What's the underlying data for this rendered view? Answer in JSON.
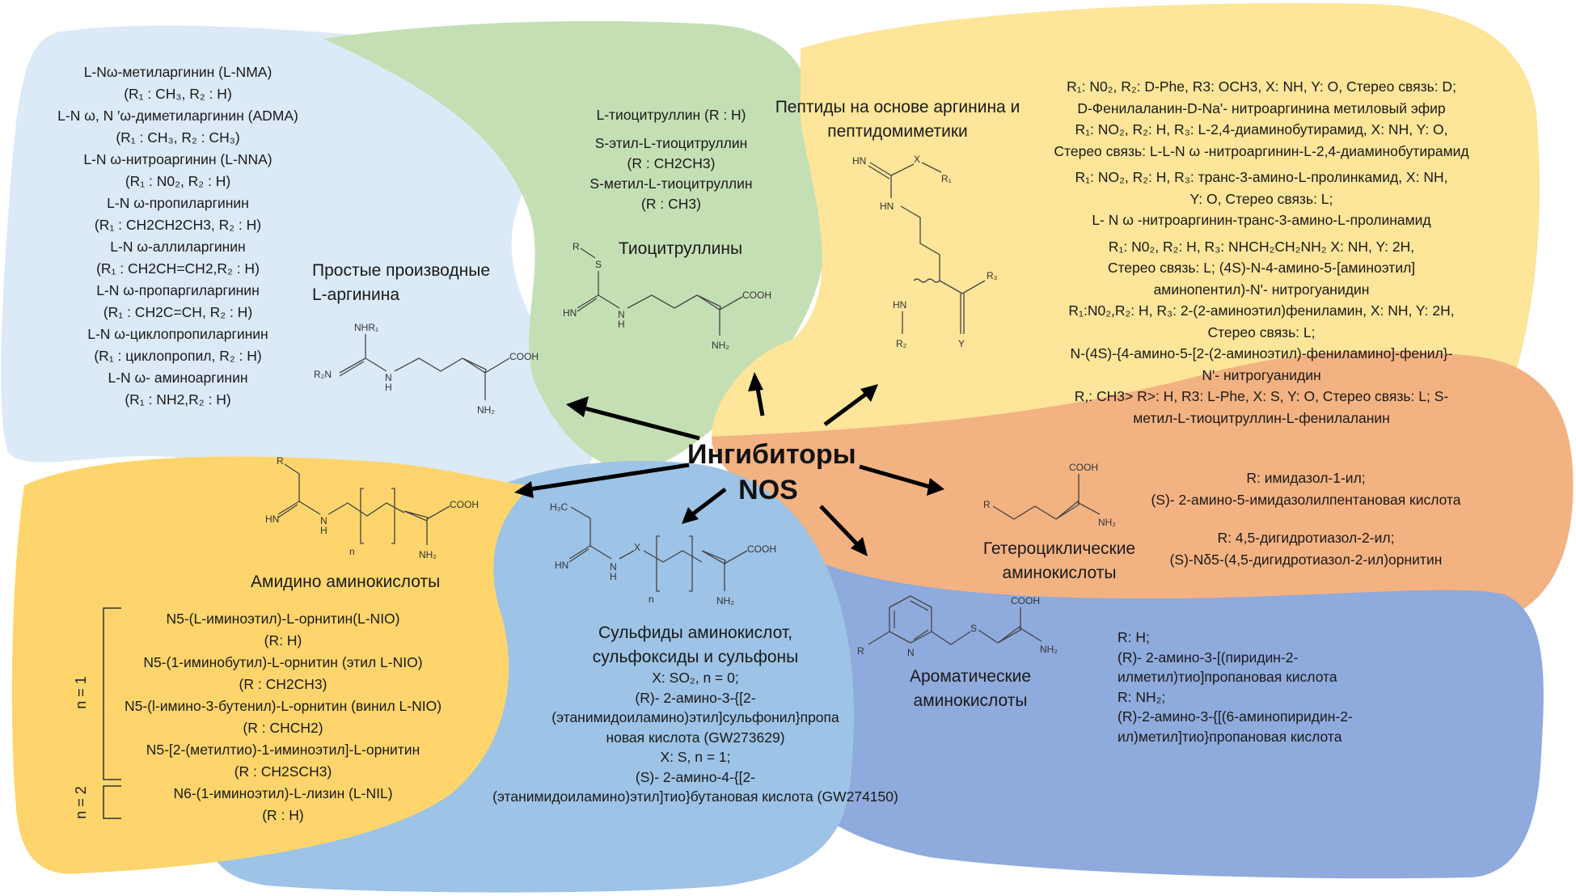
{
  "center": {
    "line1": "Ингибиторы",
    "line2": "NOS"
  },
  "colors": {
    "simple_arginine": "#dce9f7",
    "thiocitrullines": "#c5dfb5",
    "peptides": "#fde599",
    "heterocyclic": "#f3b282",
    "aromatic": "#8faadc",
    "sulfides": "#9dc3e6",
    "amidino": "#fdd56c",
    "arrow": "#000000"
  },
  "groups": {
    "simple_arginine": {
      "title_lines": [
        "Простые производные",
        "L-аргинина"
      ],
      "compounds": [
        "L-Nω-метиларгинин (L-NMA)",
        "(R₁ : CH₃, R₂ : H)",
        "L-N ω, N ′ω-диметиларгинин (ADMA)",
        "(R₁ : CH₃, R₂ : CH₃)",
        "L-N ω-нитроаргинин (L-NNA)",
        "(R₁ : N0₂, R₂ : H)",
        "L-N ω-пропиларгинин",
        "(R₁ : CH2CH2CH3, R₂ : H)",
        "L-N ω-аллиларгинин",
        "(R₁ : CH2CH=CH2,R₂ : H)",
        "L-N ω-пропаргиларгинин",
        "(R₁ : CH2C=CH, R₂ : H)",
        "L-N ω-циклопропиларгинин",
        "(R₁ : циклопропил, R₂ : H)",
        "L-N ω- аминоаргинин",
        "(R₁ : NH2,R₂ : H)"
      ],
      "structure_labels": {
        "nhr1": "NHR₁",
        "r2n": "R₂N",
        "n": "N",
        "h": "H",
        "cooh": "COOH",
        "nh2": "NH₂"
      }
    },
    "thiocitrullines": {
      "title": "Тиоцитруллины",
      "compounds": [
        "L-тиоцитруллин (R : H)",
        "S-этил-L-тиоцитруллин",
        "(R : CH2CH3)",
        "S-метил-L-тиоцитруллин",
        "(R : CH3)"
      ],
      "structure_labels": {
        "r": "R",
        "s": "S",
        "hn": "HN",
        "n": "N",
        "h": "H",
        "cooh": "COOH",
        "nh2": "NH₂"
      }
    },
    "peptides": {
      "title_lines": [
        "Пептиды на основе аргинина и",
        "пептидомиметики"
      ],
      "compounds": [
        "R₁: N0₂, R₂: D-Phe, R3: OCH3, X: NH, Y: O, Стерео связь: D;",
        "D-Фенилаланин-D-Na'- нитроаргинина метиловый эфир",
        "R₁: NO₂, R₂: H, R₃: L-2,4-диаминобутирамид, X: NH, Y: O,",
        "Стерео связь: L-L-N ω -нитроаргинин-L-2,4-диаминобутирамид",
        "R₁: NO₂, R₂: H, R₃: транс-3-амино-L-пролинкамид, X: NH,",
        "Y: O, Стерео связь: L;",
        "L- N ω -нитроаргинин-транс-3-амино-L-пролинамид",
        "R₁: N0₂, R₂: H, R₃: NHCH₂CH₂NH₂ X: NH, Y: 2H,",
        "Стерео связь: L; (4S)-N-4-амино-5-[аминоэтил]",
        "аминопентил)-N'- нитрогуанидин",
        "R₁:N0₂,R₂: H, R₃: 2-(2-аминоэтил)фениламин, X: NH, Y: 2H,",
        "Стерео связь: L;",
        "N-(4S)-{4-амино-5-[2-(2-аминоэтил)-фениламино]-фенил}-",
        "N'- нитрогуанидин",
        "R,: CH3> R>: H, R3: L-Phe, X: S, Y: O, Стерео связь: L; S-",
        "метил-L-тиоцитруллин-L-фенилаланин"
      ],
      "structure_labels": {
        "hn1": "HN",
        "x": "X",
        "r1": "R₁",
        "hn2": "HN",
        "hn3": "HN",
        "r2": "R₂",
        "r3": "R₃",
        "y": "Y"
      }
    },
    "heterocyclic": {
      "title_lines": [
        "Гетероциклические",
        "аминокислоты"
      ],
      "compounds": [
        "R: имидазол-1-ил;",
        "(S)- 2-амино-5-имидазолилпентановая кислота",
        "R: 4,5-дигидротиазол-2-ил;",
        "(S)-Nδ5-(4,5-дигидротиазол-2-ил)орнитин"
      ],
      "structure_labels": {
        "r": "R",
        "cooh": "COOH",
        "nh2": "NH₂"
      }
    },
    "aromatic": {
      "title_lines": [
        "Ароматические",
        "аминокислоты"
      ],
      "compounds": [
        "R: H;",
        "(R)- 2-амино-3-[(пиридин-2-",
        "илметил)тио]пропановая кислота",
        "R: NH₂;",
        "(R)-2-амино-3-{[(6-аминопиридин-2-",
        "ил)метил]тио}пропановая кислота"
      ],
      "structure_labels": {
        "r": "R",
        "n": "N",
        "s": "S",
        "cooh": "COOH",
        "nh2": "NH₂"
      }
    },
    "sulfides": {
      "title_lines": [
        "Сульфиды аминокислот,",
        "сульфоксиды и сульфоны"
      ],
      "compounds": [
        "X: SO₂, n = 0;",
        "(R)- 2-амино-3-{[2-",
        "(этанимидоиламино)этил]сульфонил}пропа",
        "новая кислота (GW273629)",
        "X: S, n = 1;",
        "(S)- 2-амино-4-{[2-",
        "(этанимидоиламино)этил]тио}бутановая кислота (GW274150)"
      ],
      "structure_labels": {
        "h3c": "H₃C",
        "hn": "HN",
        "n": "N",
        "h": "H",
        "x": "X",
        "n_sub": "n",
        "cooh": "COOH",
        "nh2": "NH₂"
      }
    },
    "amidino": {
      "title": "Амидино аминокислоты",
      "bracket_n1": "n = 1",
      "bracket_n2": "n = 2",
      "compounds_n1": [
        "N5-(L-иминоэтил)-L-орнитин(L-NIO)",
        "(R: H)",
        "N5-(1-иминобутил)-L-орнитин (этил L-NIO)",
        "(R : CH2CH3)",
        "N5-(l-имино-3-бутенил)-L-орнитин (винил L-NIO)",
        "(R : CHCH2)",
        "N5-[2-(метилтио)-1-иминоэтил]-L-орнитин",
        "(R : CH2SCH3)"
      ],
      "compounds_n2": [
        "N6-(1-иминоэтил)-L-лизин (L-NIL)",
        "(R : H)"
      ],
      "structure_labels": {
        "r": "R",
        "hn": "HN",
        "n": "N",
        "h": "H",
        "n_sub": "n",
        "cooh": "COOH",
        "nh2": "NH₂"
      }
    }
  }
}
